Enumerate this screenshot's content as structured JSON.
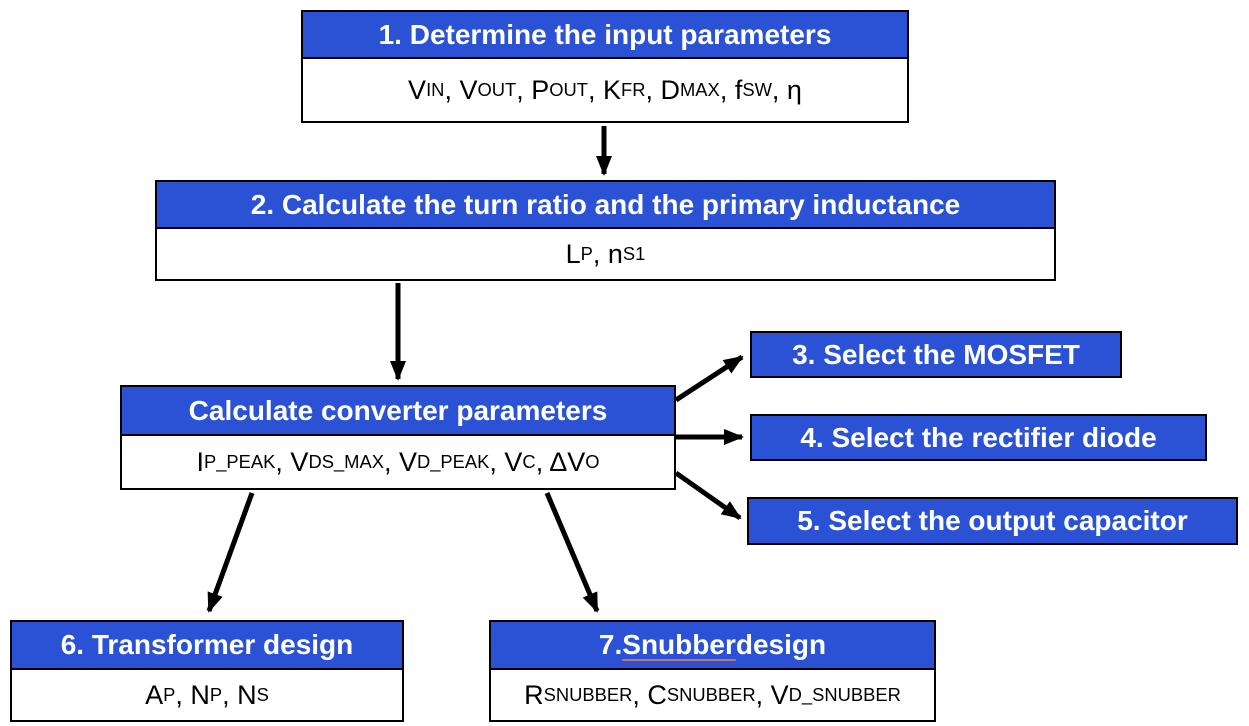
{
  "colors": {
    "page_bg": "#ffffff",
    "box_header_bg": "#2b52d5",
    "box_header_text": "#ffffff",
    "box_body_bg": "#ffffff",
    "box_body_text": "#000000",
    "border": "#000000",
    "arrow": "#000000",
    "squiggle": "#c87070"
  },
  "boxes": {
    "step1": {
      "title": "1. Determine the input parameters",
      "params": [
        {
          "t": "V"
        },
        {
          "s": "IN"
        },
        {
          "t": ", V"
        },
        {
          "s": "OUT"
        },
        {
          "t": ", P"
        },
        {
          "s": "OUT"
        },
        {
          "t": ", K"
        },
        {
          "s": "FR"
        },
        {
          "t": ", D"
        },
        {
          "s": "MAX"
        },
        {
          "t": ", f"
        },
        {
          "s": "SW"
        },
        {
          "t": ", η"
        }
      ]
    },
    "step2": {
      "title": "2. Calculate the turn ratio and the primary inductance",
      "params": [
        {
          "t": "L"
        },
        {
          "s": "P"
        },
        {
          "t": ", n"
        },
        {
          "s": "S1"
        }
      ]
    },
    "converter": {
      "title": "Calculate converter parameters",
      "params": [
        {
          "t": "I"
        },
        {
          "s": "P_PEAK"
        },
        {
          "t": ", V"
        },
        {
          "s": "DS_MAX"
        },
        {
          "t": ", V"
        },
        {
          "s": "D_PEAK"
        },
        {
          "t": ", V"
        },
        {
          "s": "C"
        },
        {
          "t": ", ΔV"
        },
        {
          "s": "O"
        }
      ]
    },
    "step3": {
      "title": "3. Select the MOSFET"
    },
    "step4": {
      "title": "4. Select the rectifier diode"
    },
    "step5": {
      "title": "5. Select the output capacitor"
    },
    "step6": {
      "title": "6. Transformer design",
      "params": [
        {
          "t": "A"
        },
        {
          "s": "P"
        },
        {
          "t": ", N"
        },
        {
          "s": "P"
        },
        {
          "t": ", N"
        },
        {
          "s": "S"
        }
      ]
    },
    "step7": {
      "title_rich": [
        {
          "t": "7. "
        },
        {
          "t": "Snubber",
          "u": true
        },
        {
          "t": " design"
        }
      ],
      "params": [
        {
          "t": "R"
        },
        {
          "s": "SNUBBER"
        },
        {
          "t": ", C"
        },
        {
          "s": "SNUBBER"
        },
        {
          "t": ", V"
        },
        {
          "s": "D_SNUBBER"
        }
      ]
    }
  }
}
